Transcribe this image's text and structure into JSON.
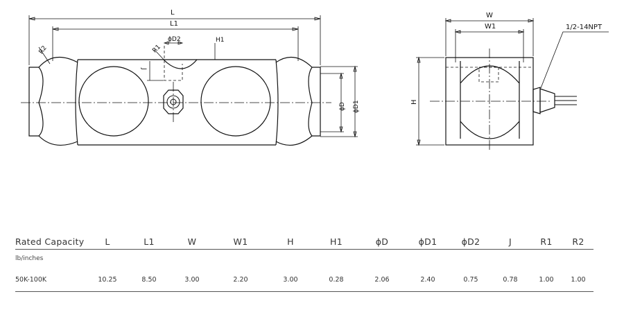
{
  "drawing": {
    "side_view": {
      "L": "L",
      "L1": "L1",
      "R2": "R2",
      "R1": "R1",
      "D2": "ϕD2",
      "H1": "H1",
      "J": "J",
      "D": "ϕD",
      "D1": "ϕD1"
    },
    "end_view": {
      "W": "W",
      "W1": "W1",
      "H": "H",
      "thread": "1/2-14NPT"
    }
  },
  "table": {
    "headers": [
      "Rated Capacity",
      "L",
      "L1",
      "W",
      "W1",
      "H",
      "H1",
      "ϕD",
      "ϕD1",
      "ϕD2",
      "J",
      "R1",
      "R2"
    ],
    "unit_label": "lb/inches",
    "rows": [
      [
        "50K-100K",
        "10.25",
        "8.50",
        "3.00",
        "2.20",
        "3.00",
        "0.28",
        "2.06",
        "2.40",
        "0.75",
        "0.78",
        "1.00",
        "1.00"
      ]
    ]
  }
}
